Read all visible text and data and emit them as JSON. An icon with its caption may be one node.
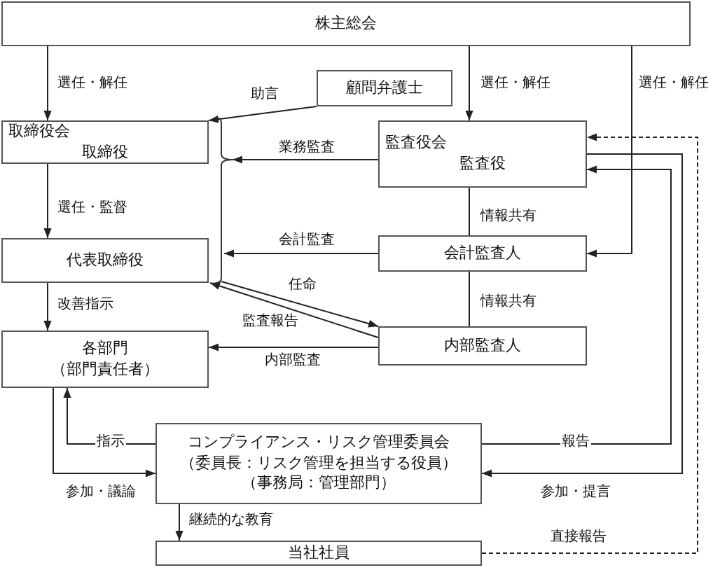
{
  "diagram": {
    "nodes": [
      {
        "text": [
          "株主総会"
        ]
      },
      {
        "text": [
          "顧問弁護士"
        ]
      },
      {
        "text": [
          "取締役会",
          "取締役"
        ]
      },
      {
        "text": [
          "監査役会",
          "監査役"
        ]
      },
      {
        "text": [],
        "shape": "brace"
      },
      {
        "text": [
          "代表取締役"
        ]
      },
      {
        "text": [
          "会計監査人"
        ]
      },
      {
        "text": [
          "各部門",
          "（部門責任者）"
        ]
      },
      {
        "text": [
          "内部監査人"
        ]
      },
      {
        "text": [
          "コンプライアンス・リスク管理委員会",
          "（委員長：リスク管理を担当する役員）",
          "（事務局：管理部門）"
        ]
      },
      {
        "text": [
          "当社社員"
        ]
      }
    ],
    "edges": [
      {
        "from": 0,
        "to": 2,
        "arrow": "to",
        "label": "選任・解任"
      },
      {
        "from": 0,
        "to": 3,
        "arrow": "to",
        "label": "選任・解任"
      },
      {
        "from": 0,
        "to": 6,
        "arrow": "to",
        "label": "選任・解任"
      },
      {
        "from": 1,
        "to": 2,
        "arrow": "to",
        "label": "助言"
      },
      {
        "from": 2,
        "to": 5,
        "arrow": "to",
        "label": "選任・監督"
      },
      {
        "from": 3,
        "to": 4,
        "arrow": "to",
        "label": "業務監査"
      },
      {
        "from": 3,
        "to": 6,
        "arrow": "none",
        "label": "情報共有"
      },
      {
        "from": 6,
        "to": 4,
        "arrow": "to",
        "label": "会計監査"
      },
      {
        "from": 6,
        "to": 8,
        "arrow": "none",
        "label": "情報共有"
      },
      {
        "from": 4,
        "to": 8,
        "arrow": "to",
        "label": "任命"
      },
      {
        "from": 8,
        "to": 5,
        "arrow": "to",
        "label": "監査報告"
      },
      {
        "from": 8,
        "to": 7,
        "arrow": "to",
        "label": "内部監査"
      },
      {
        "from": 5,
        "to": 7,
        "arrow": "to",
        "label": "改善指示"
      },
      {
        "from": 9,
        "to": 7,
        "arrow": "to",
        "label": "指示"
      },
      {
        "from": 7,
        "to": 9,
        "arrow": "to",
        "label": "参加・議論"
      },
      {
        "from": 9,
        "to": 10,
        "arrow": "to",
        "label": "継続的な教育"
      },
      {
        "from": 9,
        "to": 3,
        "arrow": "to",
        "label": "報告"
      },
      {
        "from": 3,
        "to": 9,
        "arrow": "to",
        "label": "参加・提言"
      },
      {
        "from": 10,
        "to": 3,
        "arrow": "to",
        "label": "直接報告",
        "style": "dashed"
      }
    ]
  }
}
